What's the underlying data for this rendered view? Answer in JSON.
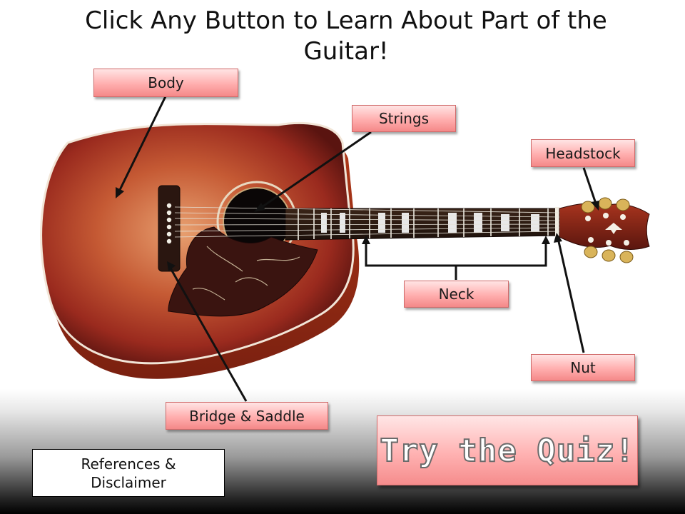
{
  "title": "Click Any Button to Learn About Part of the Guitar!",
  "buttons": {
    "body": "Body",
    "strings": "Strings",
    "headstock": "Headstock",
    "neck": "Neck",
    "nut": "Nut",
    "bridge_saddle": "Bridge & Saddle"
  },
  "quiz_label": "Try the Quiz!",
  "references_label": "References & Disclaimer",
  "colors": {
    "button_fill": "#ffb0b0",
    "button_border": "#d06a6a",
    "guitar_body": "#b8452c",
    "fretboard": "#2a1a14"
  }
}
